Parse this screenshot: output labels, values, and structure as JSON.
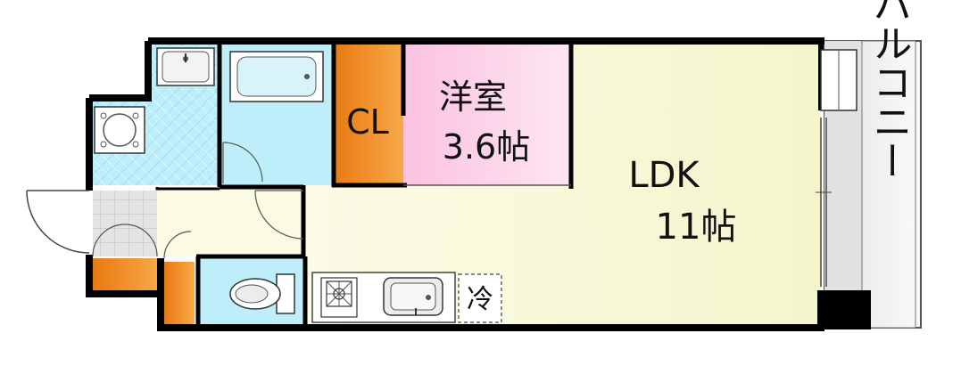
{
  "rooms": {
    "western_room": {
      "name": "洋室",
      "size": "3.6帖"
    },
    "closet": {
      "name": "CL"
    },
    "ldk": {
      "name": "LDK",
      "size": "11帖"
    },
    "balcony": {
      "name": "バルコニー"
    },
    "refrigerator": {
      "name": "冷"
    }
  },
  "colors": {
    "wall": "#000000",
    "western_room": "#fdd5ea",
    "closet": "#f08c24",
    "ldk": "#fbfbe3",
    "wet_area": "#bdeefa",
    "entrance_floor": "#e2e2e2",
    "balcony": "#f0f0f0",
    "storage": "#f08c24"
  }
}
